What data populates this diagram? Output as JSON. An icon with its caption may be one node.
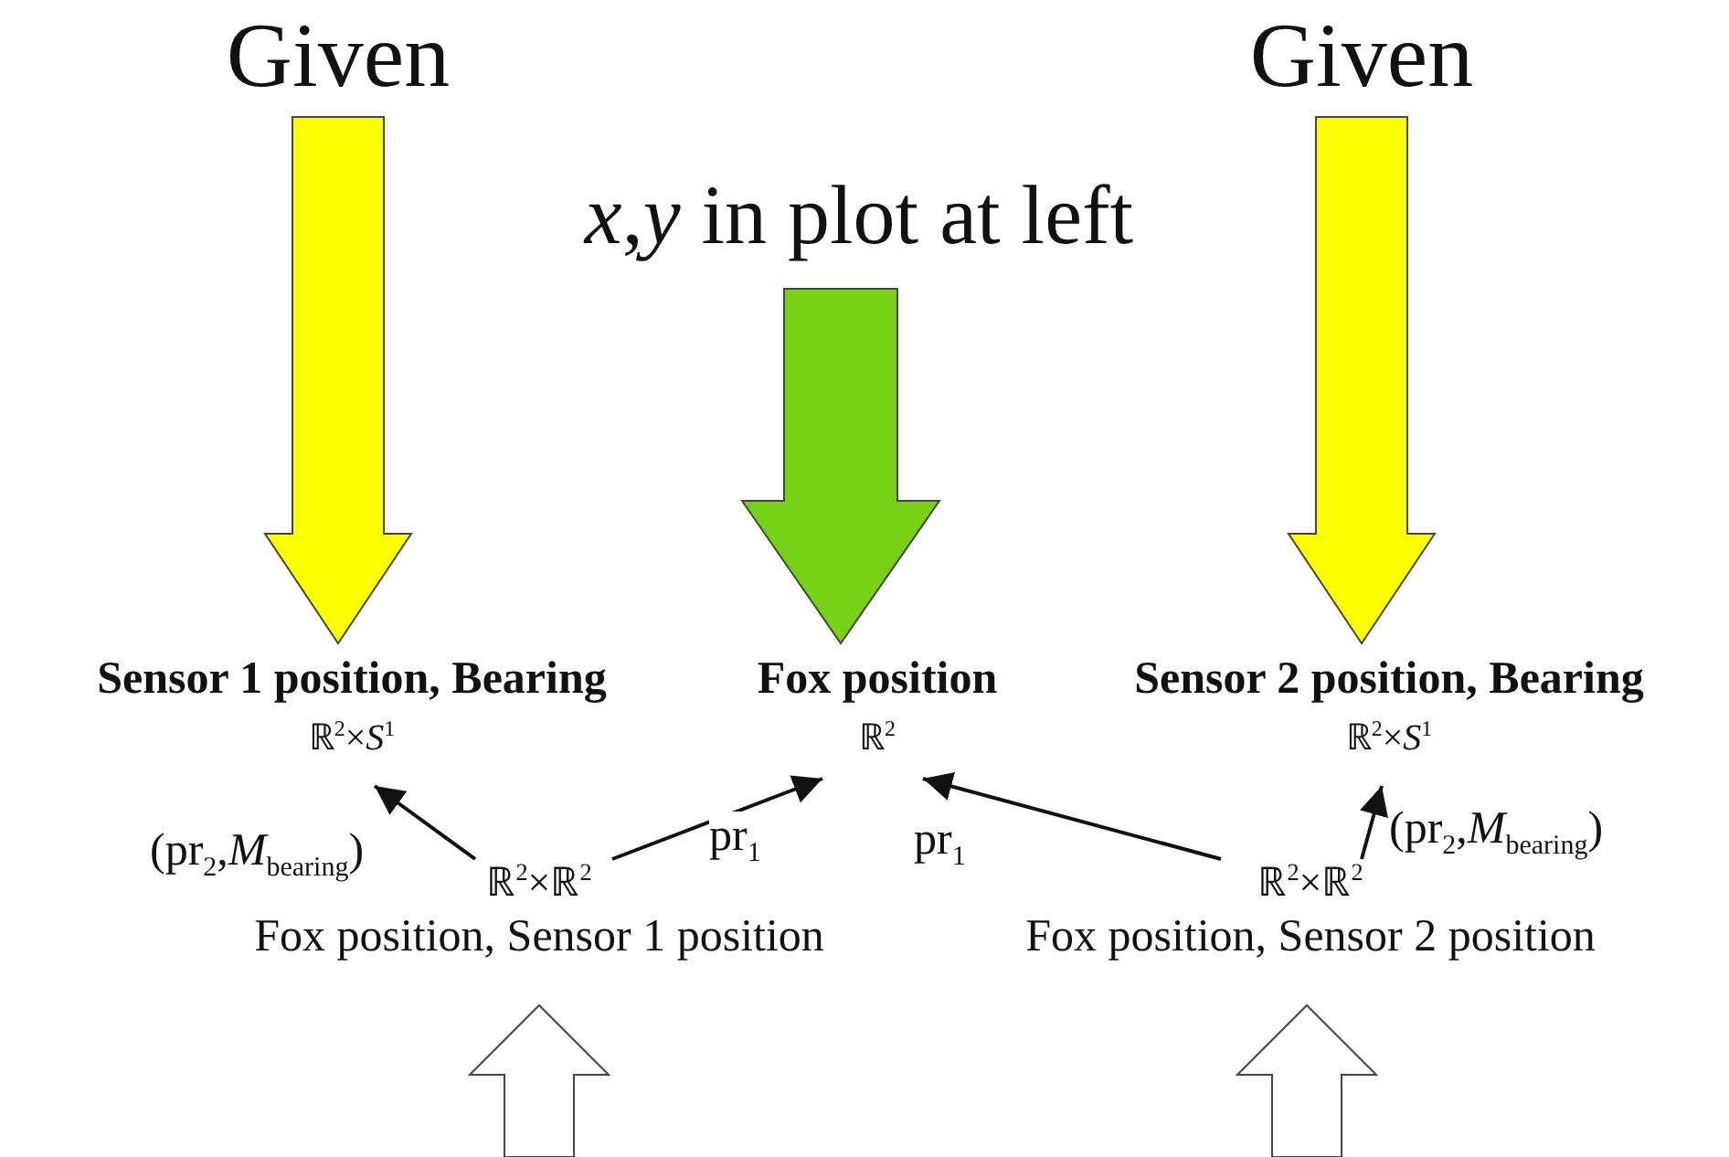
{
  "diagram": {
    "nodes": [
      {
        "text": [
          "Given"
        ]
      },
      {
        "text": [
          "Given"
        ]
      },
      {
        "text": [
          "*x*,*y* in plot at left"
        ]
      },
      {
        "text": [
          "Sensor 1 position, Bearing",
          "ℝ$^{2}$×*S*$^{1}$"
        ]
      },
      {
        "text": [
          "Fox position",
          "ℝ$^{2}$"
        ]
      },
      {
        "text": [
          "Sensor 2 position, Bearing",
          "ℝ$^{2}$×*S*$^{1}$"
        ]
      },
      {
        "text": [
          "ℝ$^{2}$×ℝ$^{2}$",
          "Fox position, Sensor 1 position"
        ]
      },
      {
        "text": [
          "ℝ$^{2}$×ℝ$^{2}$",
          "Fox position, Sensor 2 position"
        ]
      }
    ],
    "edges": [
      {
        "from": 0,
        "to": 3,
        "arrow": "to",
        "style": "thick",
        "color": "#ffff00"
      },
      {
        "from": 2,
        "to": 4,
        "arrow": "to",
        "style": "thick",
        "color": "#77d117"
      },
      {
        "from": 1,
        "to": 5,
        "arrow": "to",
        "style": "thick",
        "color": "#ffff00"
      },
      {
        "from": 6,
        "to": 3,
        "arrow": "to",
        "label": "(pr$_{2}$,*M*$_{bearing}$)"
      },
      {
        "from": 6,
        "to": 4,
        "arrow": "to",
        "label": "pr$_{1}$"
      },
      {
        "from": 7,
        "to": 4,
        "arrow": "to",
        "label": "pr$_{1}$"
      },
      {
        "from": 7,
        "to": 5,
        "arrow": "to",
        "label": "(pr$_{2}$,*M*$_{bearing}$)"
      },
      {
        "from": null,
        "to": 6,
        "arrow": "to",
        "style": "thick",
        "color": "#ffffff"
      },
      {
        "from": null,
        "to": 7,
        "arrow": "to",
        "style": "thick",
        "color": "#ffffff"
      }
    ]
  }
}
